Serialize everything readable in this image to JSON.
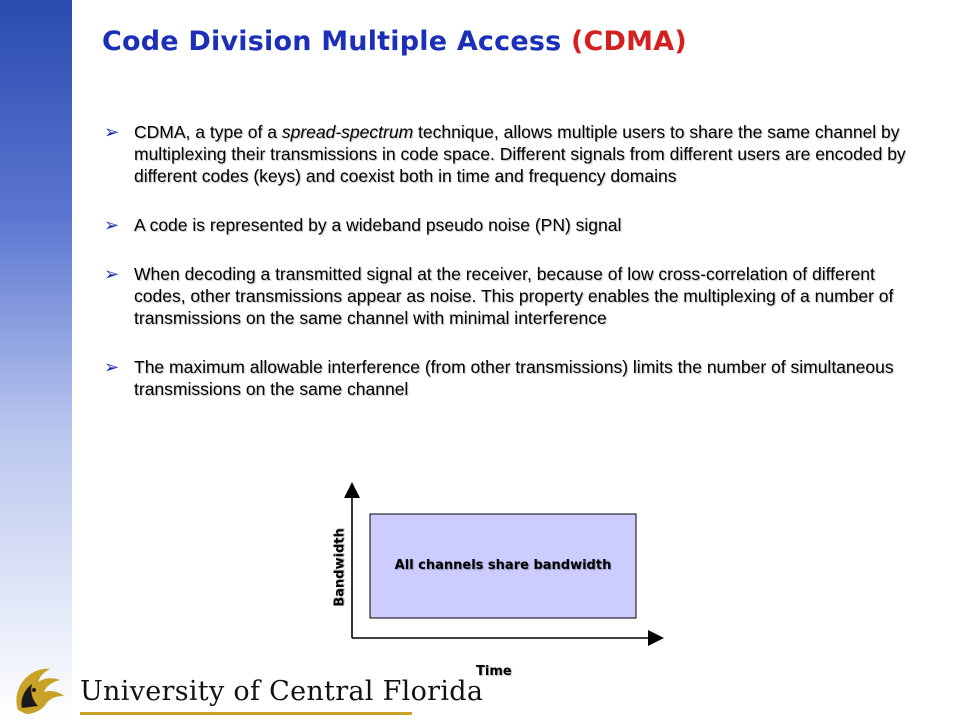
{
  "slide": {
    "title_main": "Code Division Multiple Access ",
    "title_accent": "(CDMA)"
  },
  "bullets": [
    {
      "pre": "CDMA, a type of a ",
      "em": "spread-spectrum",
      "post": " technique, allows multiple users to share the same channel by multiplexing their transmissions in code space. Different signals from different users are encoded by different codes (keys) and coexist both in time and frequency domains"
    },
    {
      "text": "A code is represented by a wideband  pseudo noise (PN) signal"
    },
    {
      "text": "When decoding a transmitted signal at the receiver, because of low cross-correlation of different codes, other transmissions appear as noise. This property enables the multiplexing of a number of transmissions on the same channel with minimal interference"
    },
    {
      "text": "The maximum allowable interference (from other transmissions) limits the number of simultaneous transmissions on the same channel"
    }
  ],
  "bullet_icon": "➢",
  "diagram": {
    "y_axis_label": "Bandwidth",
    "x_axis_label": "Time",
    "box_label": "All channels share bandwidth",
    "box_color": "#ccccff"
  },
  "footer": {
    "university": "University of Central Florida",
    "logo_icon": "pegasus-logo-icon",
    "accent_color": "#c9a227"
  },
  "colors": {
    "title": "#1c2fb8",
    "title_accent": "#d4201f",
    "bullet_arrow": "#1a2fb0",
    "side_band": "#2a4bb0"
  }
}
